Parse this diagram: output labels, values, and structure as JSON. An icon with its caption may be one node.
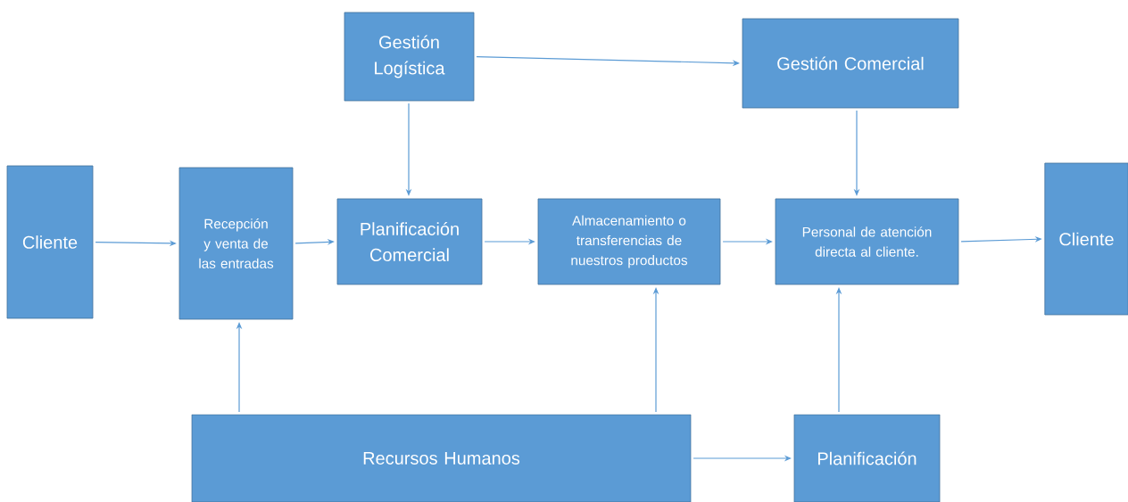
{
  "diagram": {
    "nodes": [
      {
        "text": [
          "Cliente"
        ]
      },
      {
        "text": [
          "Recepción y venta de las entradas"
        ]
      },
      {
        "text": [
          "Gestión Logística"
        ]
      },
      {
        "text": [
          "Gestión Comercial"
        ]
      },
      {
        "text": [
          "Planificación Comercial"
        ]
      },
      {
        "text": [
          "Almacenamiento o transferencias de nuestros productos"
        ]
      },
      {
        "text": [
          "Personal de atención directa al cliente."
        ]
      },
      {
        "text": [
          "Cliente"
        ]
      },
      {
        "text": [
          "Recursos Humanos"
        ]
      },
      {
        "text": [
          "Planificación"
        ]
      }
    ],
    "edges": [
      {
        "from": 0,
        "to": 1,
        "arrow": "to"
      },
      {
        "from": 1,
        "to": 4,
        "arrow": "to"
      },
      {
        "from": 4,
        "to": 5,
        "arrow": "to"
      },
      {
        "from": 5,
        "to": 6,
        "arrow": "to"
      },
      {
        "from": 6,
        "to": 7,
        "arrow": "to"
      },
      {
        "from": 2,
        "to": 3,
        "arrow": "to"
      },
      {
        "from": 2,
        "to": 4,
        "arrow": "to"
      },
      {
        "from": 3,
        "to": 6,
        "arrow": "to"
      },
      {
        "from": 8,
        "to": 1,
        "arrow": "to"
      },
      {
        "from": 8,
        "to": 5,
        "arrow": "to"
      },
      {
        "from": 8,
        "to": 9,
        "arrow": "to"
      },
      {
        "from": 9,
        "to": 6,
        "arrow": "to"
      }
    ]
  }
}
